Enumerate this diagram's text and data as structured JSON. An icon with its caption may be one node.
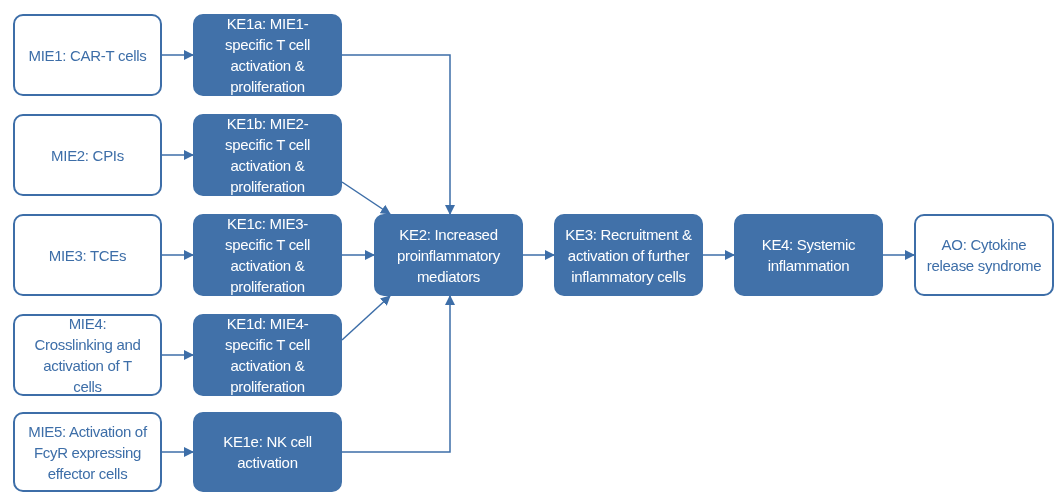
{
  "diagram": {
    "nodes": [
      {
        "text": [
          "MIE1: CAR-T cells"
        ]
      },
      {
        "text": [
          "MIE2: CPIs"
        ]
      },
      {
        "text": [
          "MIE3: TCEs"
        ]
      },
      {
        "text": [
          "MIE4: Crosslinking and activation of T cells"
        ]
      },
      {
        "text": [
          "MIE5: Activation of FcyR expressing effector cells"
        ]
      },
      {
        "text": [
          "KE1a: MIE1-specific T cell activation & proliferation"
        ]
      },
      {
        "text": [
          "KE1b: MIE2-specific T cell activation & proliferation"
        ]
      },
      {
        "text": [
          "KE1c: MIE3-specific T cell activation & proliferation"
        ]
      },
      {
        "text": [
          "KE1d: MIE4-specific T cell activation & proliferation"
        ]
      },
      {
        "text": [
          "KE1e: NK cell activation"
        ]
      },
      {
        "text": [
          "KE2: Increased proinflammatory mediators"
        ]
      },
      {
        "text": [
          "KE3: Recruitment & activation of further inflammatory cells"
        ]
      },
      {
        "text": [
          "KE4: Systemic inflammation"
        ]
      },
      {
        "text": [
          "AO: Cytokine release syndrome"
        ]
      }
    ],
    "edges": [
      {
        "from": 0,
        "to": 5,
        "arrow": "to"
      },
      {
        "from": 1,
        "to": 6,
        "arrow": "to"
      },
      {
        "from": 2,
        "to": 7,
        "arrow": "to"
      },
      {
        "from": 3,
        "to": 8,
        "arrow": "to"
      },
      {
        "from": 4,
        "to": 9,
        "arrow": "to"
      },
      {
        "from": 5,
        "to": 10,
        "arrow": "to"
      },
      {
        "from": 6,
        "to": 10,
        "arrow": "to"
      },
      {
        "from": 7,
        "to": 10,
        "arrow": "to"
      },
      {
        "from": 8,
        "to": 10,
        "arrow": "to"
      },
      {
        "from": 9,
        "to": 10,
        "arrow": "to"
      },
      {
        "from": 10,
        "to": 11,
        "arrow": "to"
      },
      {
        "from": 11,
        "to": 12,
        "arrow": "to"
      },
      {
        "from": 12,
        "to": 13,
        "arrow": "to"
      }
    ]
  }
}
